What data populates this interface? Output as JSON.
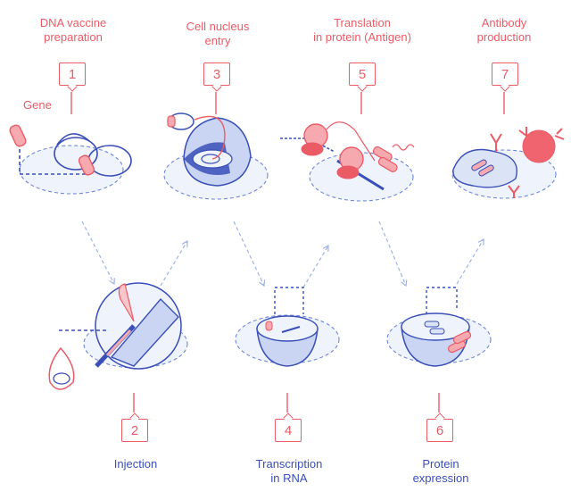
{
  "steps": [
    {
      "number": "1",
      "label": "DNA vaccine\npreparation"
    },
    {
      "number": "2",
      "label": "Injection"
    },
    {
      "number": "3",
      "label": "Cell nucleus\nentry"
    },
    {
      "number": "4",
      "label": "Transcription\nin RNA"
    },
    {
      "number": "5",
      "label": "Translation\nin protein (Antigen)"
    },
    {
      "number": "6",
      "label": "Protein\nexpression"
    },
    {
      "number": "7",
      "label": "Antibody\nproduction"
    }
  ],
  "gene_label": "Gene",
  "colors": {
    "accent": "#ea5b66",
    "ink": "#3a4fb8",
    "fill": "#c9d5f2",
    "pale": "#eaf0fb"
  }
}
